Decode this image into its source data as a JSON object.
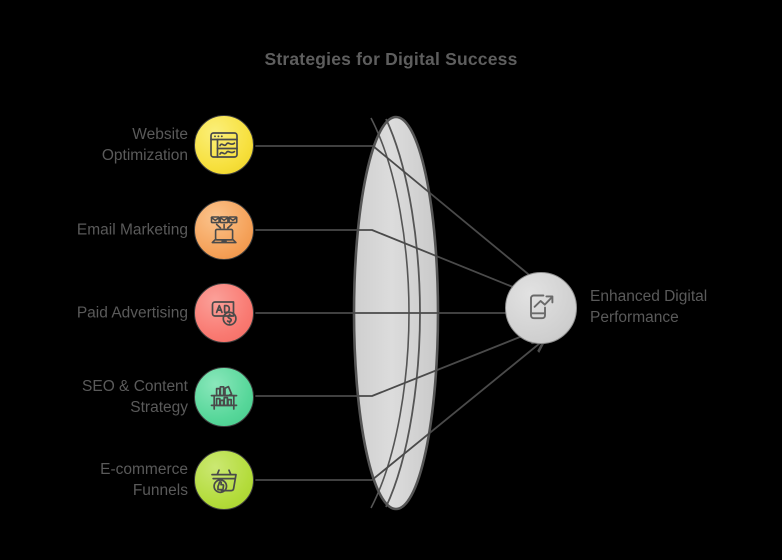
{
  "diagram": {
    "title": "Strategies for Digital Success",
    "background_color": "#000000",
    "text_color": "#5a5a5a",
    "connector_color": "#4a4a4a",
    "lens": {
      "name": "process-lens",
      "fill_color": "#d4d4d4",
      "stroke_color": "#555555"
    },
    "inputs": [
      {
        "label": "Website\nOptimization",
        "icon": "browser-analytics-icon",
        "color": "#f7e03d",
        "color_light": "#fbef7a",
        "icon_color": "#4a4a4a"
      },
      {
        "label": "Email Marketing",
        "icon": "laptop-envelopes-icon",
        "color": "#f5a25a",
        "color_light": "#fbc38c",
        "icon_color": "#4a4a4a"
      },
      {
        "label": "Paid Advertising",
        "icon": "ad-dollar-icon",
        "color": "#f97a72",
        "color_light": "#fba099",
        "icon_color": "#4a4a4a"
      },
      {
        "label": "SEO & Content\nStrategy",
        "icon": "bookshelf-icon",
        "color": "#57d79a",
        "color_light": "#8ae7bb",
        "icon_color": "#4a4a4a"
      },
      {
        "label": "E-commerce\nFunnels",
        "icon": "basket-thumbsup-icon",
        "color": "#b4dc3c",
        "color_light": "#cbe873",
        "icon_color": "#4a4a4a"
      }
    ],
    "output": {
      "label": "Enhanced Digital\nPerformance",
      "icon": "phone-growth-arrow-icon",
      "color": "#d2d2d2",
      "icon_color": "#6a6a6a"
    }
  }
}
